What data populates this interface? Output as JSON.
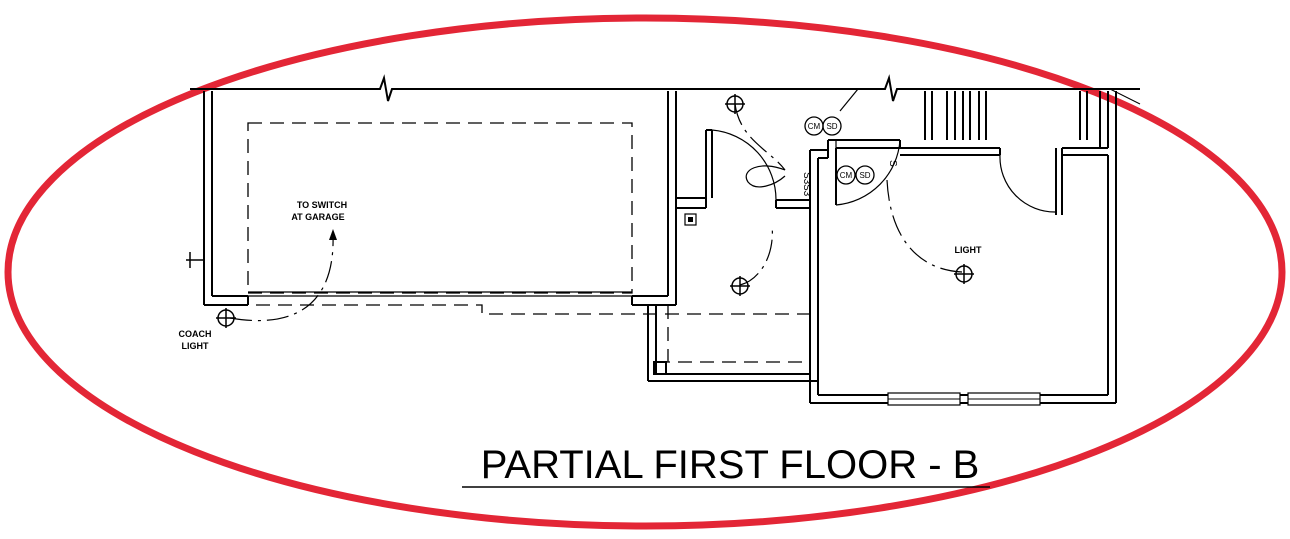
{
  "drawing": {
    "title": "PARTIAL FIRST FLOOR - B",
    "highlight_color": "#e32636",
    "line_color": "#000000"
  },
  "annotations": {
    "to_switch_line1": "TO SWITCH",
    "to_switch_line2": "AT GARAGE",
    "coach_light_line1": "COACH",
    "coach_light_line2": "LIGHT",
    "light": "LIGHT"
  },
  "symbols": {
    "cm_1": "CM",
    "sd_1": "SD",
    "cm_2": "CM",
    "sd_2": "SD",
    "switch_1": "S3",
    "switch_2": "S3",
    "switch_3": "S"
  },
  "icons": {
    "ceiling_light": "ceiling-light-icon",
    "coach_light": "coach-light-icon",
    "smoke_detector": "smoke-detector-icon",
    "co_monitor": "co-monitor-icon",
    "switch": "switch-icon",
    "outlet": "outlet-icon"
  }
}
